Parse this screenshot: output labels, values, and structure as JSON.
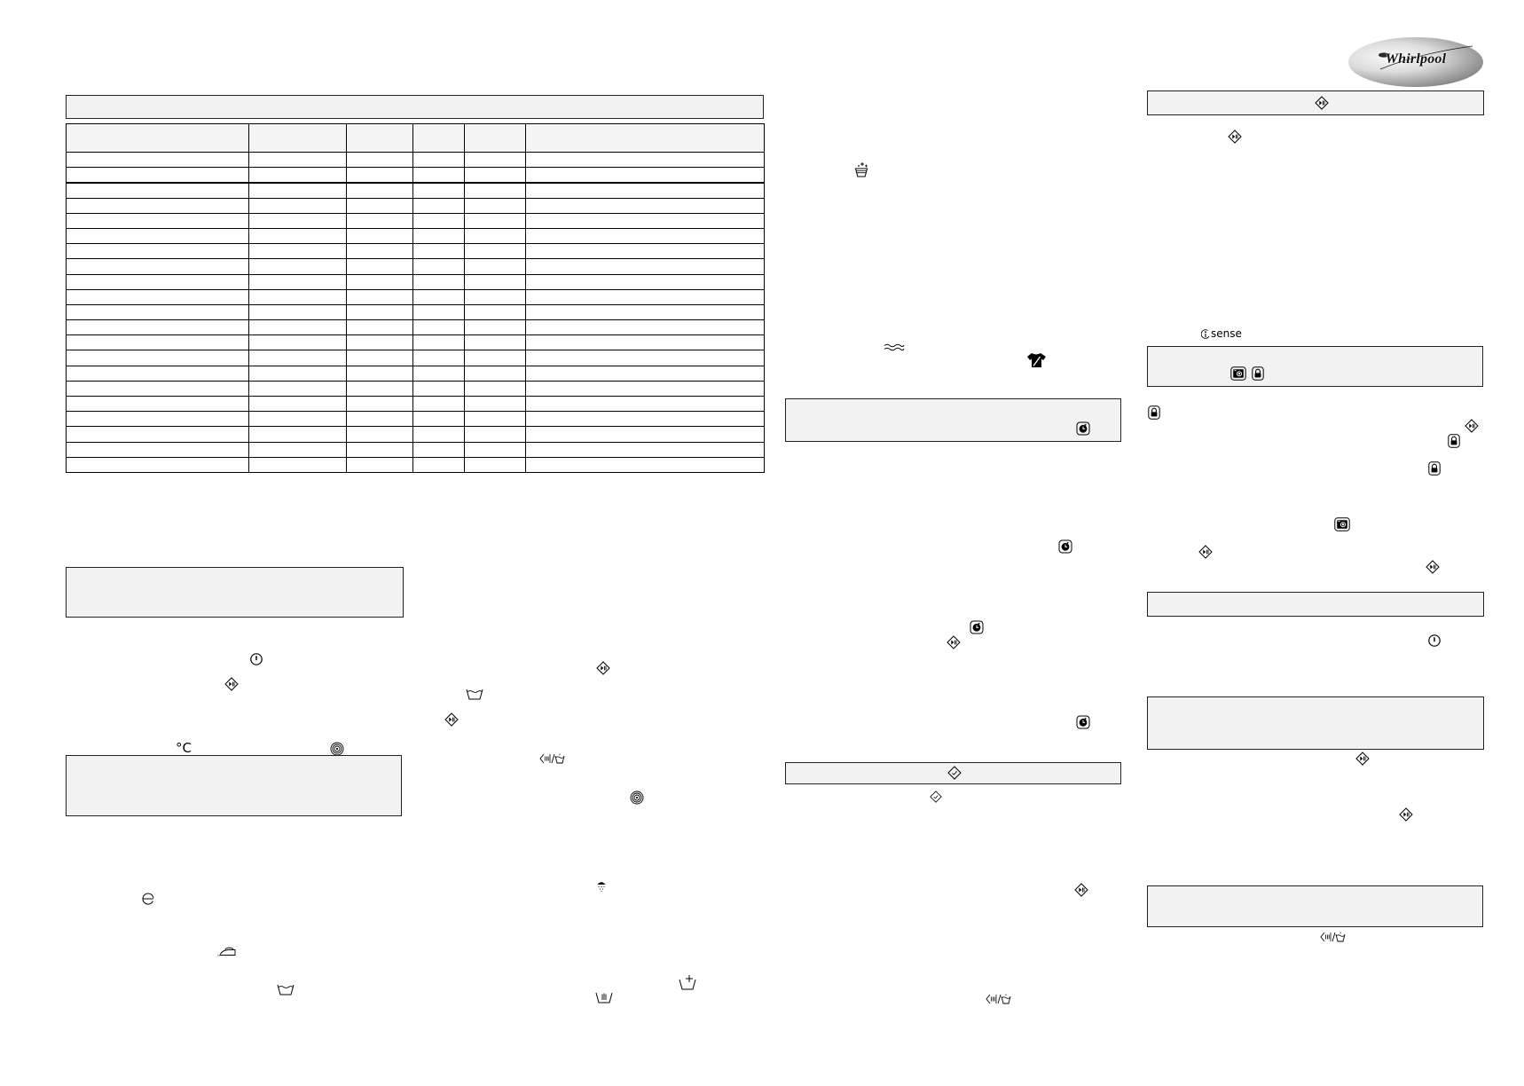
{
  "brand": {
    "logo_text": "Whirlpool"
  },
  "isense": {
    "label": "sense"
  },
  "symbols": {
    "temperature": "°C"
  },
  "colors": {
    "box_fill": "#f2f2f2",
    "line": "#000000",
    "logo_light": "#fbfbfb",
    "logo_dark": "#4d4d4d"
  },
  "icons": [
    "start-pause-icon",
    "power-icon",
    "spin-icon",
    "eco-icon",
    "iron-icon",
    "wash-tub-icon",
    "rinse-spin-icon",
    "shower-icon",
    "tub-plus-icon",
    "hand-wash-icon",
    "stain-icon",
    "wave-icon",
    "shirt-icon",
    "delay-timer-icon",
    "option-icon",
    "lock-icon",
    "drum-lock-icon"
  ]
}
